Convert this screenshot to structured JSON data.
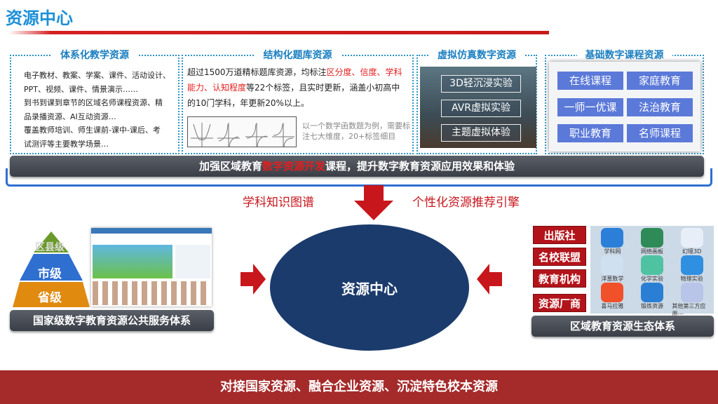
{
  "title": "资源中心",
  "panels": [
    {
      "title": "体系化教学资源",
      "lines": [
        "电子教材、教案、学案、课件、活动设计、",
        "PPT、视频、课件、情景演示……",
        "到书到课到章节的区域名师课程资源、精",
        "品录播资源、AI互动资源…",
        "覆盖教师培训、师生课前-课中-课后、考",
        "试测评等主要教学场景…"
      ]
    },
    {
      "title": "结构化题库资源",
      "text_a": "超过1500万道精标题库资源，均标注",
      "text_red": "区分度、信度、学科能力、认知程度",
      "text_b": "等22个标签，且实时更新，涵盖小初高中的10门学科，年更新20%以上。",
      "note": "以一个数学函数题为例，需要标注七大维度，20+标签细目"
    },
    {
      "title": "虚拟仿真数字资源",
      "buttons": [
        "3D轻沉浸实验",
        "AVR虚拟实验",
        "主题虚拟体验"
      ]
    },
    {
      "title": "基础数字课程资源",
      "buttons": [
        "在线课程",
        "家庭教育",
        "一师一优课",
        "法治教育",
        "职业教育",
        "名师课程"
      ]
    }
  ],
  "banner": {
    "a": "加强区域教育",
    "red": "数字资源开发",
    "b": "课程，提升数字教育资源应用效果和体验"
  },
  "engine_left": "学科知识图谱",
  "engine_right": "个性化资源推荐引擎",
  "center": "资源中心",
  "pyramid": [
    "区县级",
    "市级",
    "省级"
  ],
  "left_bar": "国家级数字教育资源公共服务体系",
  "right_labels": [
    "出版社",
    "名校联盟",
    "教育机构",
    "资源厂商"
  ],
  "apps": [
    {
      "name": "学科网",
      "color": "#2b7fd8"
    },
    {
      "name": "网络画板",
      "color": "#2e8b57"
    },
    {
      "name": "幻境3D",
      "color": "#e8eef8"
    },
    {
      "name": "洋葱数学",
      "color": "#cfe0f0"
    },
    {
      "name": "化学实验",
      "color": "#4fc3a1"
    },
    {
      "name": "物理实验",
      "color": "#2f8fe0"
    },
    {
      "name": "喜马拉雅",
      "color": "#f0502a"
    },
    {
      "name": "锻炼资源",
      "color": "#2a7fd4"
    },
    {
      "name": "其他第三方应用---",
      "color": "#b8c4e8"
    }
  ],
  "right_bar": "区域教育资源生态体系",
  "bottom": "对接国家资源、融合企业资源、沉淀特色校本资源",
  "colors": {
    "title": "#1c8fd6",
    "accent_red": "#c8161d",
    "ellipse": "#1b3b6c",
    "bottom": "#a52a2a"
  }
}
